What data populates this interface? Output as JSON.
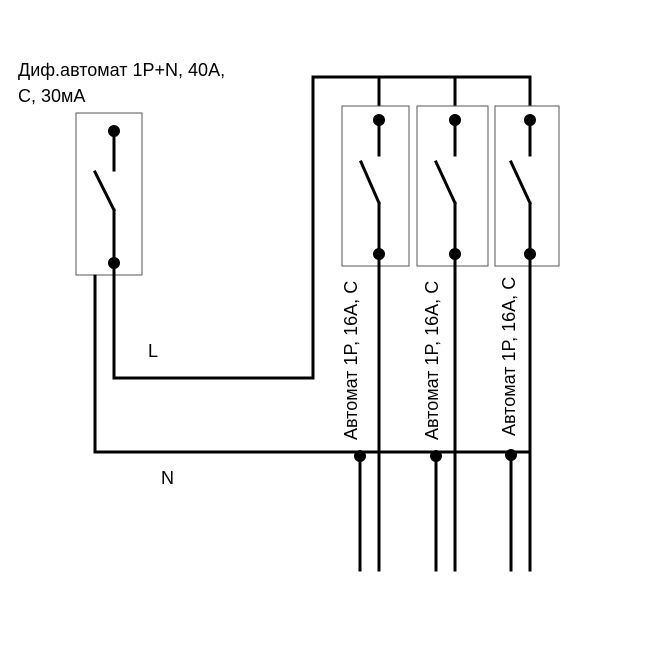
{
  "rcbo": {
    "label_line1": "Диф.автомат 1P+N, 40A,",
    "label_line2": "C, 30мА"
  },
  "breakers": [
    {
      "label": "Автомат 1P, 16A, C"
    },
    {
      "label": "Автомат 1P, 16A, C"
    },
    {
      "label": "Автомат 1P, 16A, C"
    }
  ],
  "wires": {
    "line_label": "L",
    "neutral_label": "N"
  }
}
